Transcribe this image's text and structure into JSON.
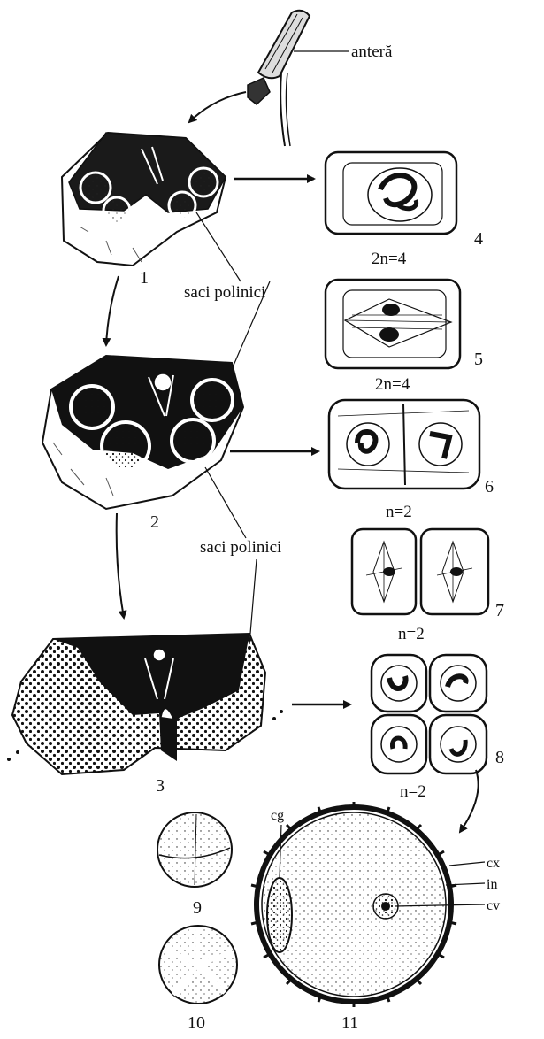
{
  "labels": {
    "antera": "anteră",
    "saci_polinici_1": "saci polinici",
    "saci_polinici_2": "saci polinici",
    "cg": "cg",
    "cx": "cx",
    "in": "in",
    "cv": "cv"
  },
  "ploidy": {
    "cell_4": "2n=4",
    "cell_5": "2n=4",
    "cell_6": "n=2",
    "cell_7": "n=2",
    "cell_8": "n=2"
  },
  "stage_numbers": {
    "s1": "1",
    "s2": "2",
    "s3": "3",
    "s4": "4",
    "s5": "5",
    "s6": "6",
    "s7": "7",
    "s8": "8",
    "s9": "9",
    "s10": "10",
    "s11": "11"
  },
  "colors": {
    "ink": "#111111",
    "paper": "#ffffff"
  }
}
